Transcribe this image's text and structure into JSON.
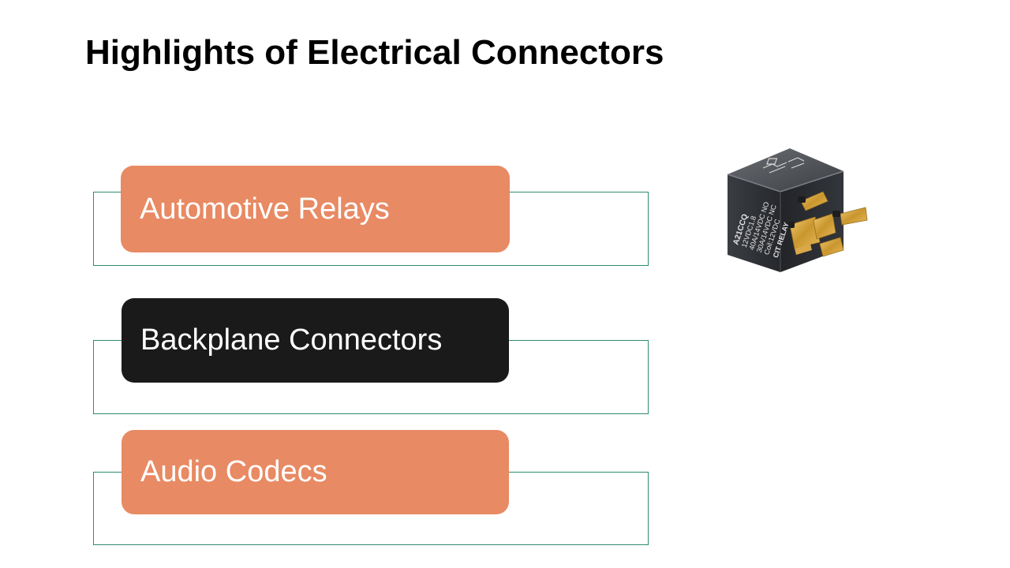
{
  "slide": {
    "title": "Highlights of Electrical Connectors",
    "items": [
      {
        "label": "Automotive Relays",
        "style": "orange"
      },
      {
        "label": "Backplane Connectors",
        "style": "dark"
      },
      {
        "label": "Audio Codecs",
        "style": "orange"
      }
    ],
    "relay_image": {
      "label_lines": [
        "A21CCQ",
        "12VDC1.8",
        "40A/14VDC NO",
        "30A/14VDC NC",
        "Coil:12VDC",
        "CIT RELAY"
      ]
    }
  },
  "colors": {
    "accent_orange": "#e88a63",
    "dark": "#1a1a1a",
    "frame_green": "#2e8b72"
  }
}
